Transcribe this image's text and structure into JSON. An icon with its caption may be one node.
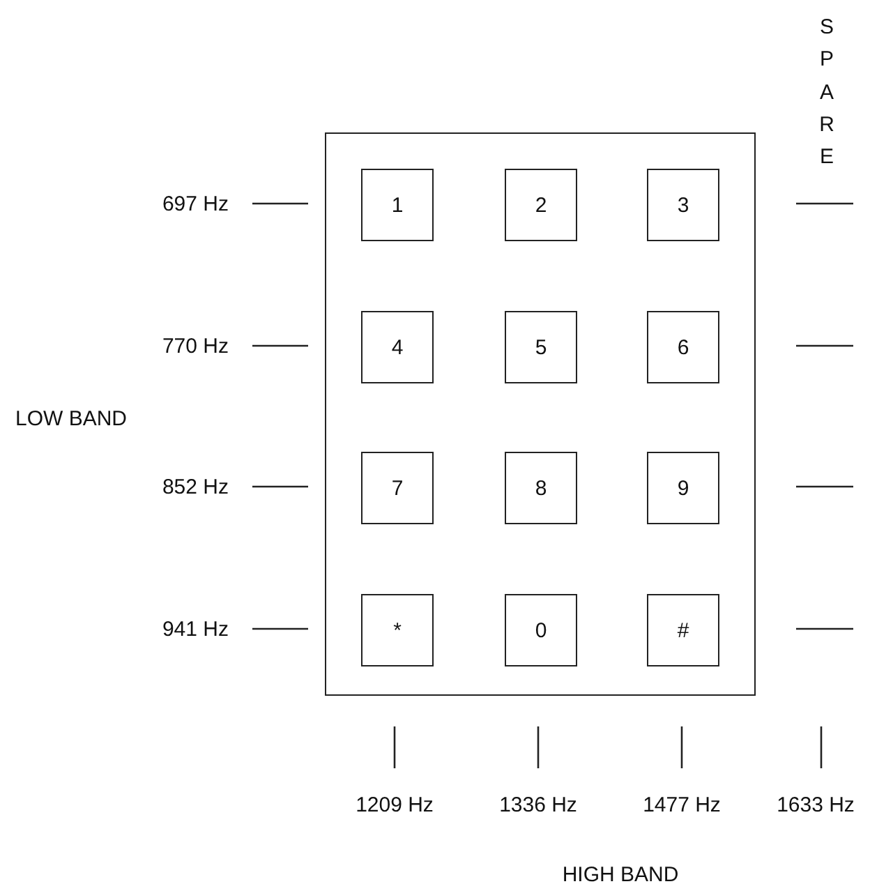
{
  "diagram": {
    "nodes": [
      {
        "text": [],
        "shape": "box"
      },
      {
        "text": [
          "1"
        ],
        "in": 0
      },
      {
        "text": [
          "2"
        ],
        "in": 0
      },
      {
        "text": [
          "3"
        ],
        "in": 0
      },
      {
        "text": [
          "4"
        ],
        "in": 0
      },
      {
        "text": [
          "5"
        ],
        "in": 0
      },
      {
        "text": [
          "6"
        ],
        "in": 0
      },
      {
        "text": [
          "7"
        ],
        "in": 0
      },
      {
        "text": [
          "8"
        ],
        "in": 0
      },
      {
        "text": [
          "9"
        ],
        "in": 0
      },
      {
        "text": [
          "*"
        ],
        "in": 0
      },
      {
        "text": [
          "0"
        ],
        "in": 0
      },
      {
        "text": [
          "#"
        ],
        "in": 0
      }
    ],
    "edges": [],
    "labels": [
      "SPARE",
      "697 Hz",
      "770 Hz",
      "LOW BAND",
      "852 Hz",
      "941 Hz",
      "1209 Hz",
      "1336 Hz",
      "1477 Hz",
      "1633 Hz",
      "HIGH BAND"
    ]
  }
}
